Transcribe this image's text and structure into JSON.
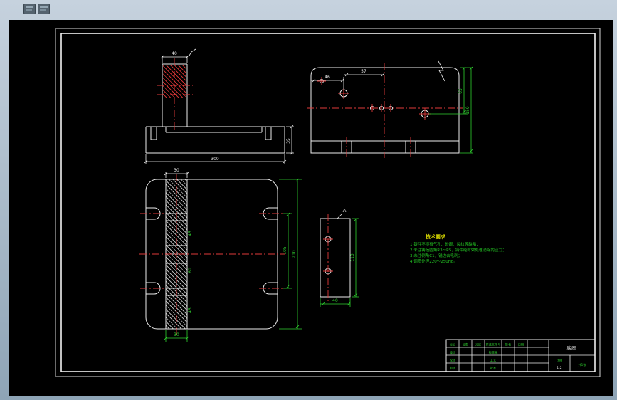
{
  "colors": {
    "canvas": "#000000",
    "outline": "#ededed",
    "centerline": "#e03a3a",
    "dimension": "#2fd12f",
    "note_title": "#d8d800"
  },
  "views": {
    "front": {
      "dim_top": "40",
      "dim_bottom": "300",
      "dim_right": "35"
    },
    "top": {
      "dim_left": "46",
      "dim_mid": "57",
      "dim_right_inner": "65",
      "dim_right_outer": "150"
    },
    "plan": {
      "dim_band_top": "30",
      "dim_band_bottom": "30",
      "dim_slots": "105",
      "dim_height": "210",
      "band_dims": [
        "45",
        "60",
        "45"
      ]
    },
    "side": {
      "label": "A",
      "dim_width": "40",
      "dim_height": "110"
    }
  },
  "tech": {
    "title": "技术要求",
    "lines": [
      "1.铸件不得有气孔、砂眼、裂纹等缺陷；",
      "2.未注铸造圆角R3～R5，铸件经时效处理消除内应力；",
      "3.未注倒角C1，锐边去毛刺；",
      "4.调质处理220～250HB。"
    ]
  },
  "title_block": {
    "row1": [
      "标记",
      "处数",
      "分区",
      "更改文件号",
      "签名",
      "日期"
    ],
    "design": "设计",
    "check": "校核",
    "audit": "审核",
    "std": "标准化",
    "craft": "工艺",
    "approve": "批准",
    "part_name": "底座",
    "scale_label": "比例",
    "scale": "1:2",
    "sheet": "共1张"
  }
}
